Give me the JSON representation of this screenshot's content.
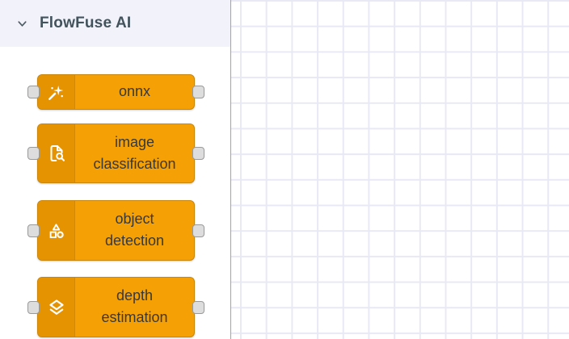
{
  "colors": {
    "node_fill": "#f5a106",
    "node_icon_region": "#e69302",
    "node_border": "#c9860e",
    "grid_line": "#e9e9f5",
    "sidebar_header_bg": "#f2f2fa",
    "sidebar_border": "#a3a3a3",
    "header_text": "#42535c",
    "node_text": "#383838",
    "port_fill": "#dddddd",
    "port_border": "#999999"
  },
  "sidebar": {
    "header": {
      "collapse_icon": "chevron-down-icon",
      "title": "FlowFuse AI"
    },
    "palette": {
      "nodes": [
        {
          "id": "onnx",
          "label": "onnx",
          "icon": "wand-sparkles-icon",
          "has_input_port": true,
          "has_output_port": true
        },
        {
          "id": "image-classification",
          "label": "image\nclassification",
          "icon": "document-search-icon",
          "has_input_port": true,
          "has_output_port": true
        },
        {
          "id": "object-detection",
          "label": "object\ndetection",
          "icon": "shapes-icon",
          "has_input_port": true,
          "has_output_port": true
        },
        {
          "id": "depth-estimation",
          "label": "depth\nestimation",
          "icon": "layers-icon",
          "has_input_port": true,
          "has_output_port": true
        }
      ]
    }
  },
  "canvas": {
    "type": "flow-editor-grid"
  }
}
